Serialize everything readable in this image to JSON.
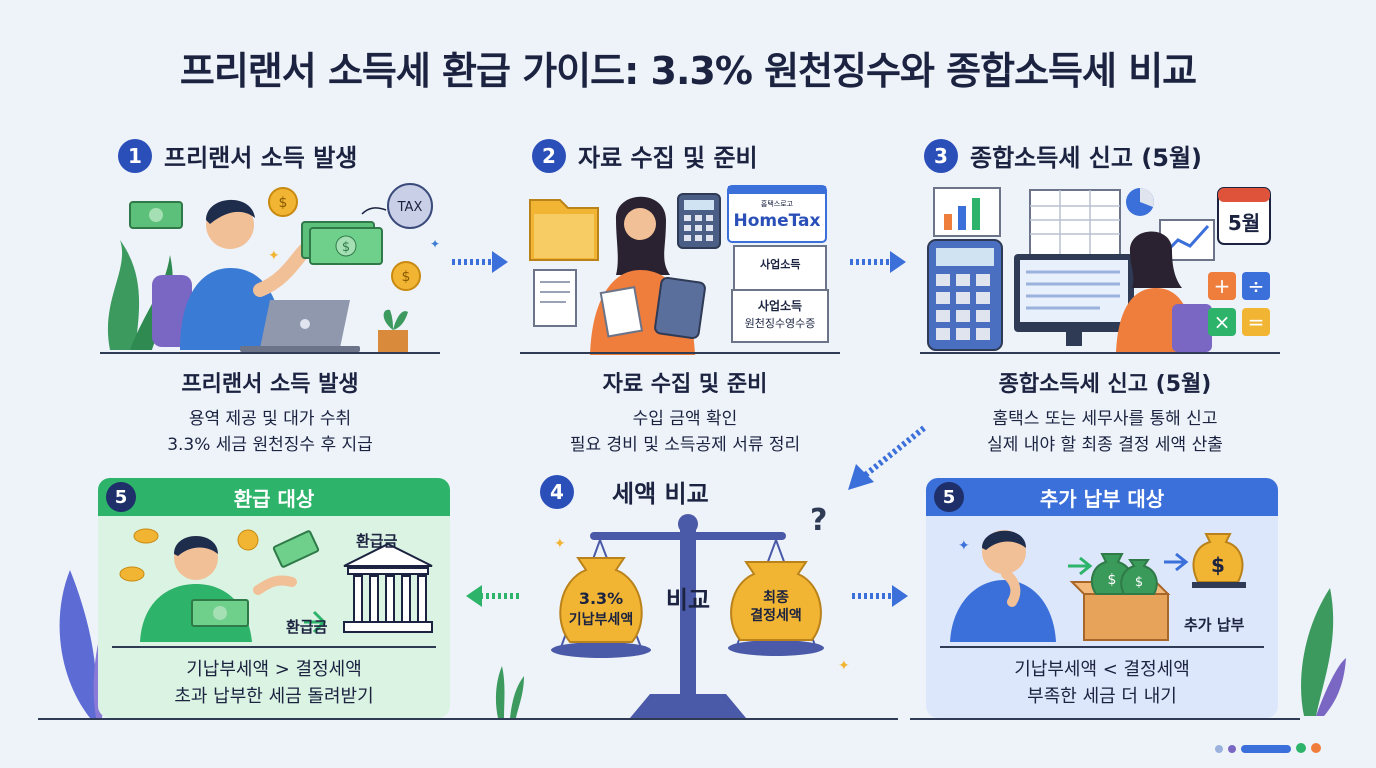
{
  "title": "프리랜서 소득세 환급 가이드: 3.3% 원천징수와 종합소득세 비교",
  "steps": [
    {
      "num": "1",
      "heading": "프리랜서 소득 발생",
      "caption_title": "프리랜서 소득 발생",
      "lines": [
        "용역 제공 및 대가 수취",
        "3.3% 세금 원천징수 후 지급"
      ],
      "tax_coin": "TAX"
    },
    {
      "num": "2",
      "heading": "자료 수집 및 준비",
      "caption_title": "자료 수집 및 준비",
      "lines": [
        "수입 금액 확인",
        "필요 경비 및 소득공제 서류 정리"
      ],
      "hometax_small": "홈택스로고",
      "hometax": "HomeTax",
      "doc1": "사업소득",
      "doc2_l1": "사업소득",
      "doc2_l2": "원천징수영수증"
    },
    {
      "num": "3",
      "heading": "종합소득세 신고 (5월)",
      "caption_title": "종합소득세 신고 (5월)",
      "lines": [
        "홈택스 또는 세무사를 통해 신고",
        "실제 내야 할 최종 결정 세액 산출"
      ],
      "calendar": "5월"
    }
  ],
  "compare": {
    "num": "4",
    "heading": "세액 비교",
    "left_bag_l1": "3.3%",
    "left_bag_l2": "기납부세액",
    "center": "비교",
    "right_bag_l1": "최종",
    "right_bag_l2": "결정세액",
    "question": "?"
  },
  "refund": {
    "num": "5",
    "heading": "환급 대상",
    "label_top": "환급금",
    "label_bottom": "환급금",
    "lines": [
      "기납부세액 > 결정세액",
      "초과 납부한 세금 돌려받기"
    ],
    "color": "#2db36a"
  },
  "payment": {
    "num": "5",
    "heading": "추가 납부 대상",
    "label": "추가 납부",
    "lines": [
      "기납부세액 < 결정세액",
      "부족한 세금 더 내기"
    ],
    "color": "#3b6fd9"
  },
  "colors": {
    "navy": "#1b2340",
    "blue": "#2a4fb8",
    "green": "#2db36a",
    "gold": "#f2b533"
  }
}
